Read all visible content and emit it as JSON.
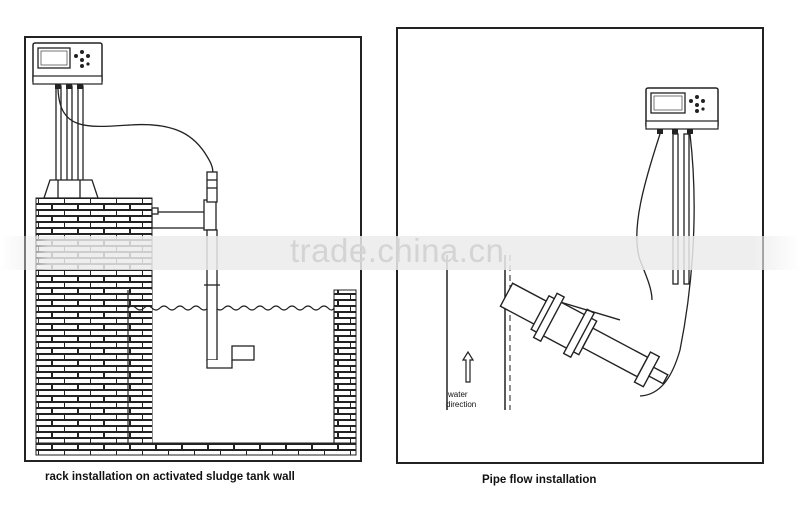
{
  "captions": {
    "left": "rack installation on activated sludge tank wall",
    "right": "Pipe flow installation"
  },
  "arrow": {
    "line1": "water",
    "line2": "direction"
  },
  "watermark": "trade.china.cn"
}
